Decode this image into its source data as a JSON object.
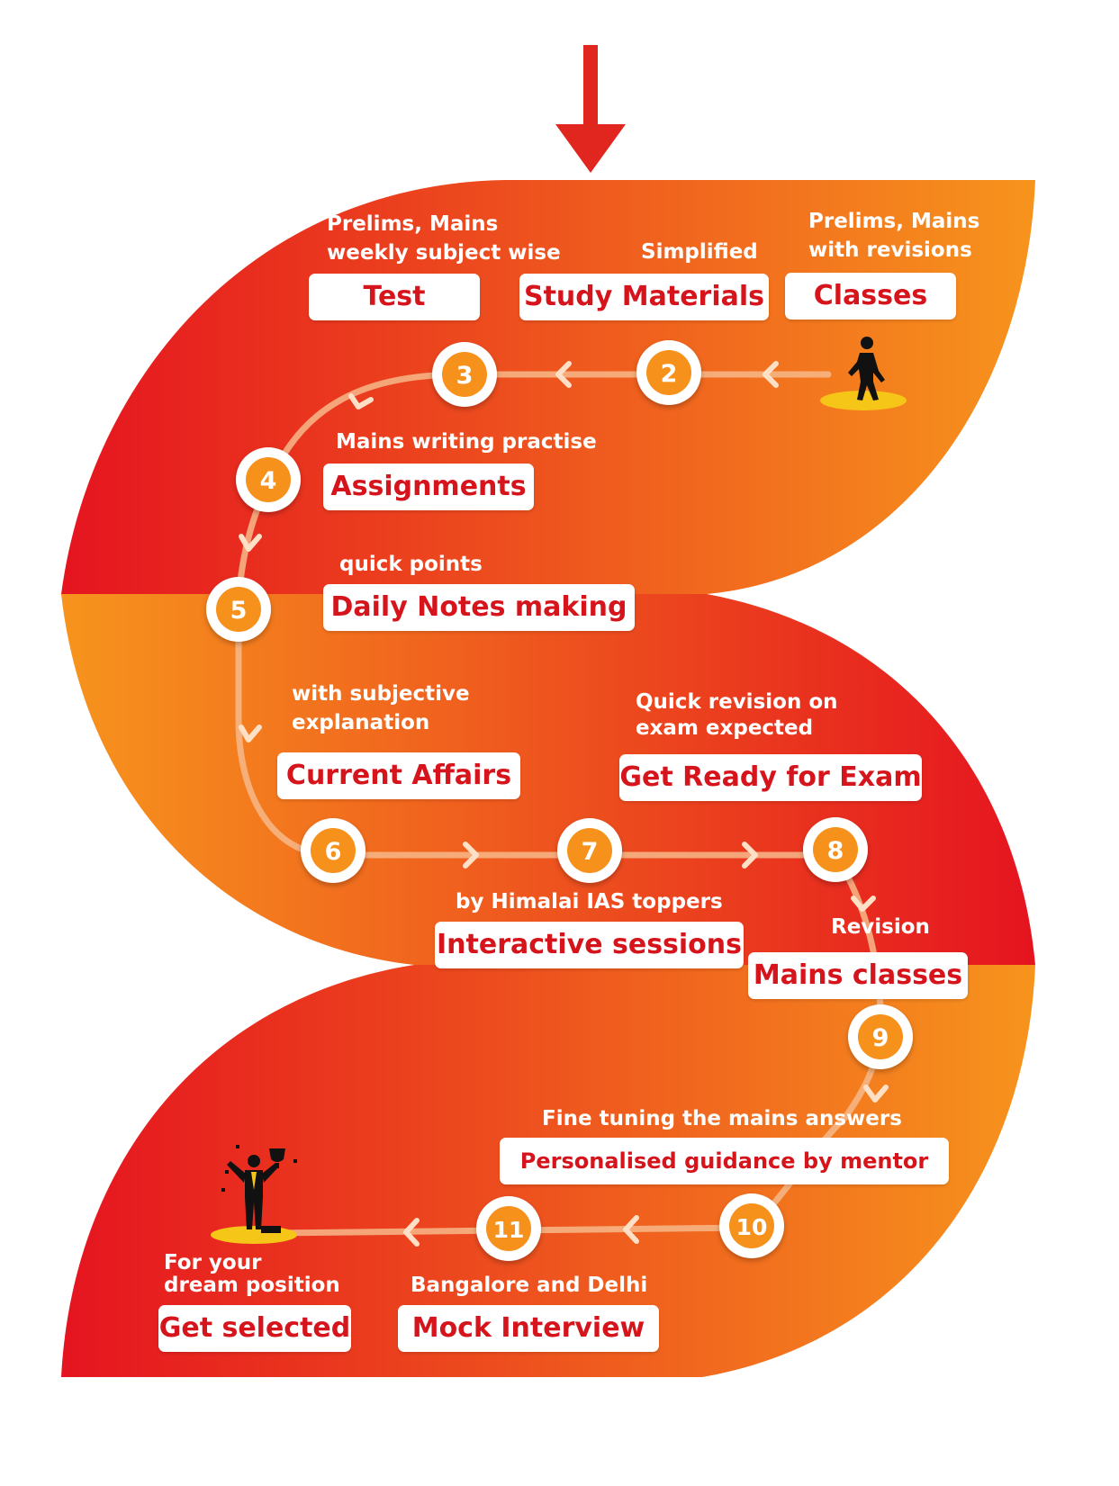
{
  "colors": {
    "red": "#e5141f",
    "orange": "#f7941d",
    "label_red": "#d6141c",
    "node_fill": "#f6921e",
    "arrow_red": "#e0261f",
    "platform_yellow": "#f5c518"
  },
  "steps": [
    {
      "num": "2"
    },
    {
      "num": "3"
    },
    {
      "num": "4"
    },
    {
      "num": "5"
    },
    {
      "num": "6"
    },
    {
      "num": "7"
    },
    {
      "num": "8"
    },
    {
      "num": "9"
    },
    {
      "num": "10"
    },
    {
      "num": "11"
    }
  ],
  "cards": {
    "test": {
      "sub1": "Prelims, Mains",
      "sub2": "weekly subject wise",
      "title": "Test"
    },
    "study": {
      "sub": "Simplified",
      "title": "Study Materials"
    },
    "classes": {
      "sub1": "Prelims, Mains",
      "sub2": "with revisions",
      "title": "Classes"
    },
    "assignments": {
      "sub": "Mains writing practise",
      "title": "Assignments"
    },
    "notes": {
      "sub": "quick points",
      "title": "Daily Notes making"
    },
    "current": {
      "sub1": "with subjective",
      "sub2": "explanation",
      "title": "Current Affairs"
    },
    "ready": {
      "sub1": "Quick revision on",
      "sub2": "exam expected",
      "title": "Get Ready for Exam"
    },
    "interactive": {
      "sub": "by Himalai IAS toppers",
      "title": "Interactive sessions"
    },
    "mains": {
      "sub": "Revision",
      "title": "Mains classes"
    },
    "guidance": {
      "sub": "Fine tuning the mains answers",
      "title": "Personalised guidance by mentor"
    },
    "mock": {
      "sub": "Bangalore and Delhi",
      "title": "Mock Interview"
    },
    "selected": {
      "sub1": "For your",
      "sub2": "dream position",
      "title": "Get selected"
    }
  },
  "icons": {
    "start": "walking-person-icon",
    "finish": "trophy-winner-icon",
    "entry": "down-arrow-icon"
  }
}
